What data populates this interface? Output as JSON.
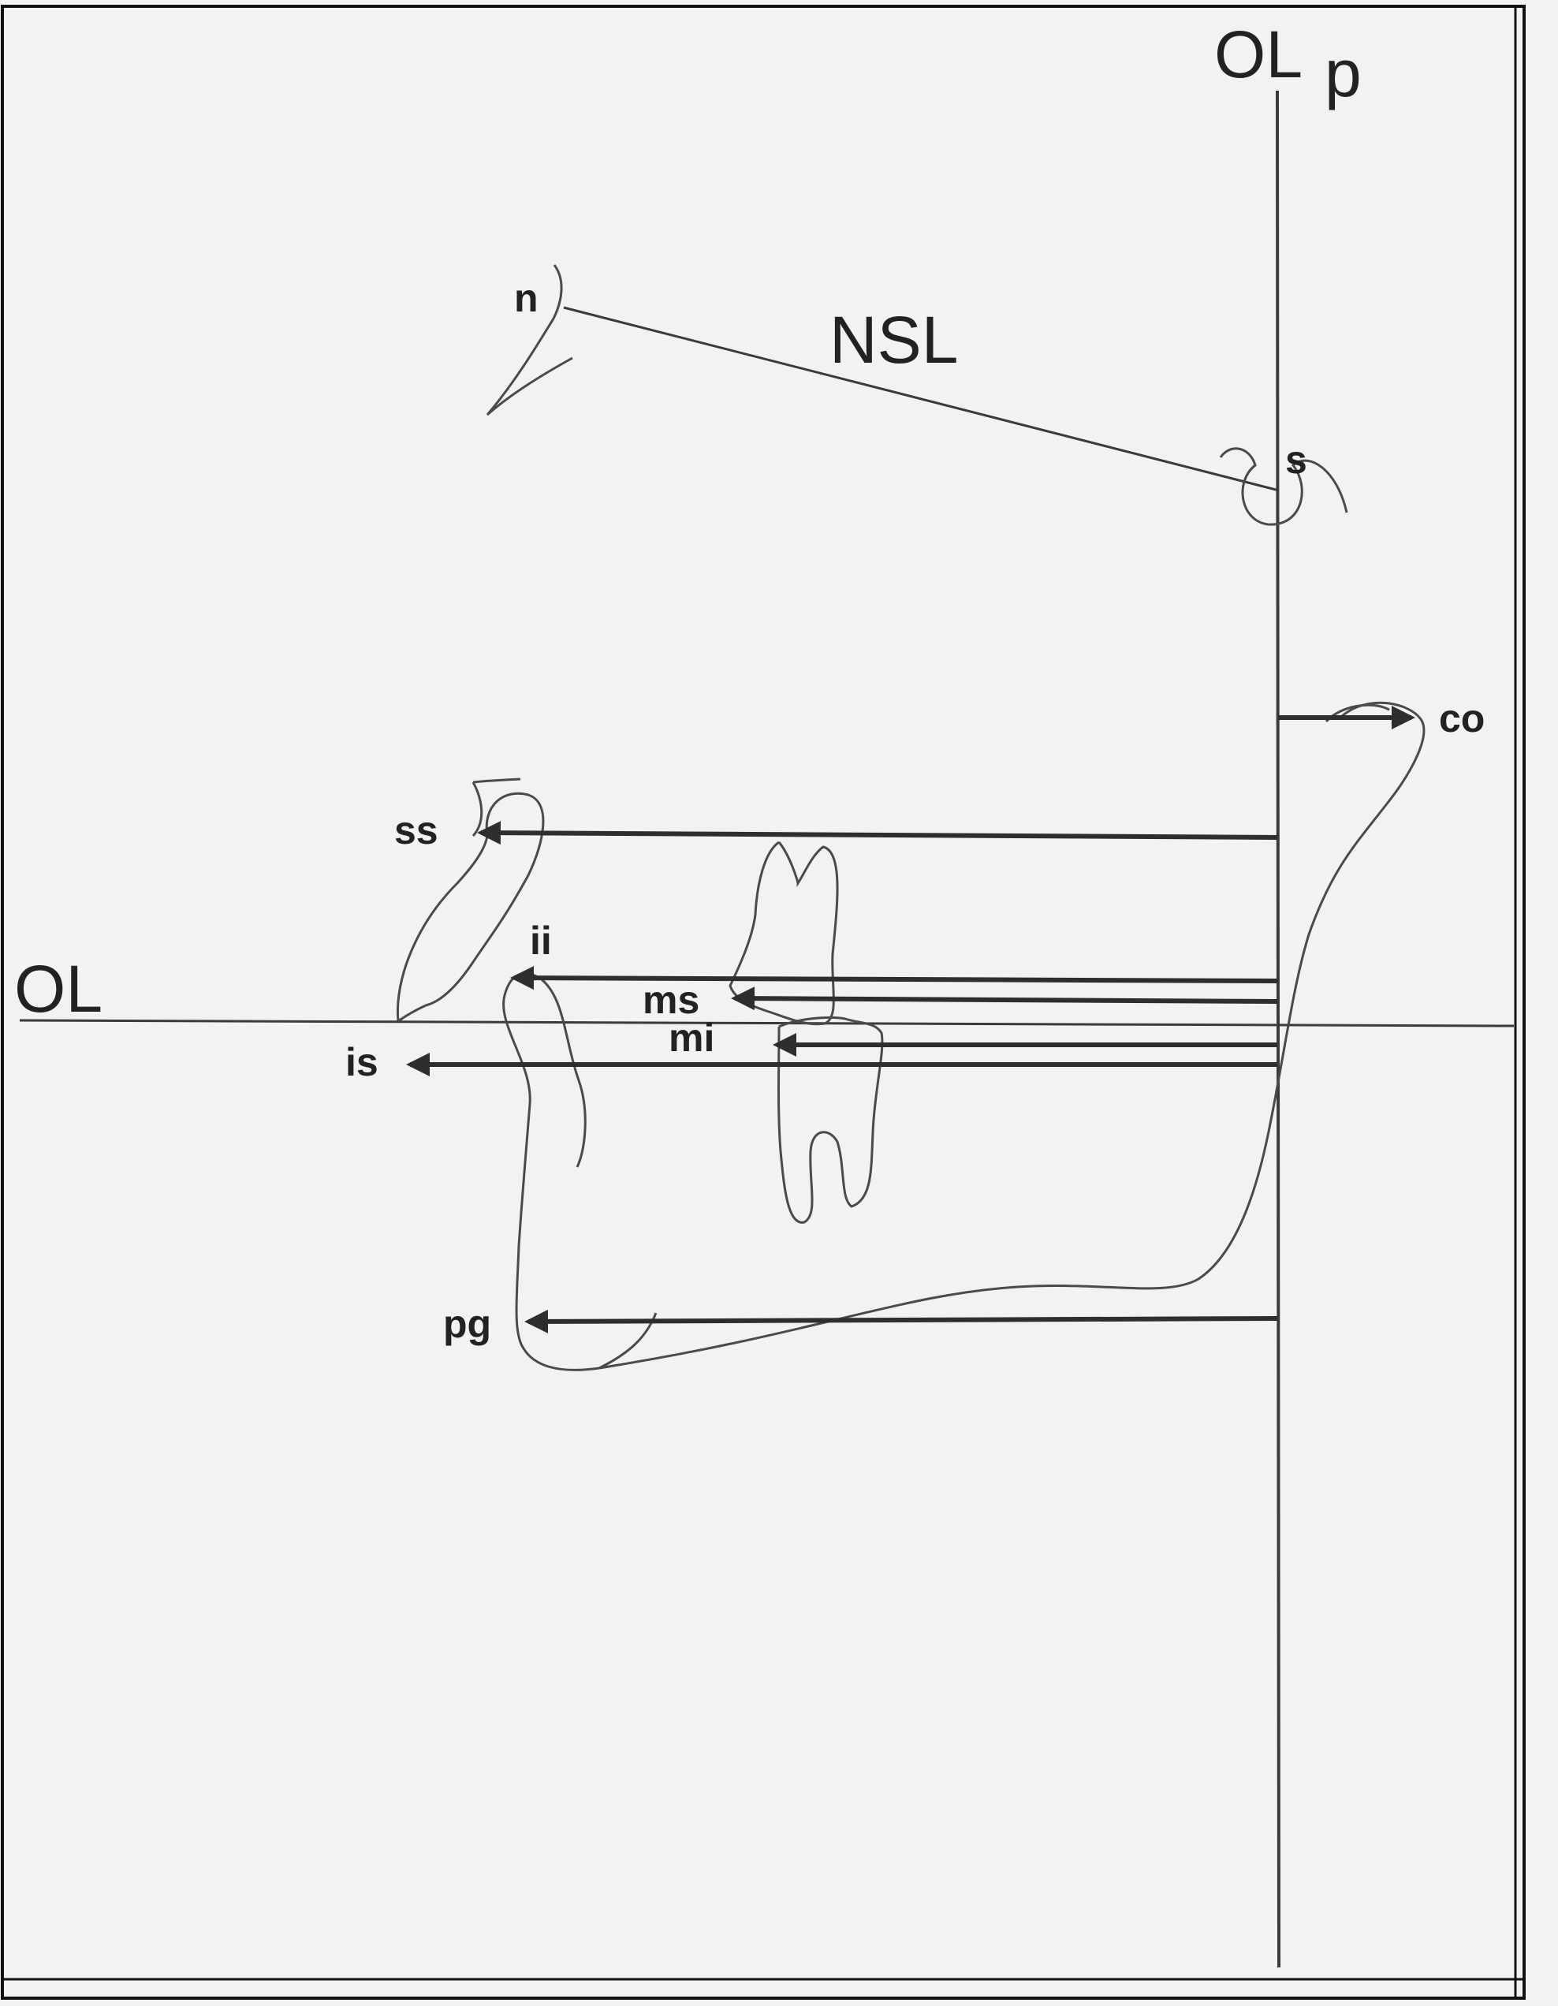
{
  "colors": {
    "paper": "#f2f2f2",
    "ink": "#333333",
    "frame": "#111111"
  },
  "labels": {
    "olp_main": "OL",
    "olp_sub": "p",
    "ol": "OL",
    "nsl": "NSL",
    "n": "n",
    "s": "s",
    "co": "co",
    "ss": "ss",
    "ii": "ii",
    "ms": "ms",
    "mi": "mi",
    "is": "is",
    "pg": "pg"
  }
}
